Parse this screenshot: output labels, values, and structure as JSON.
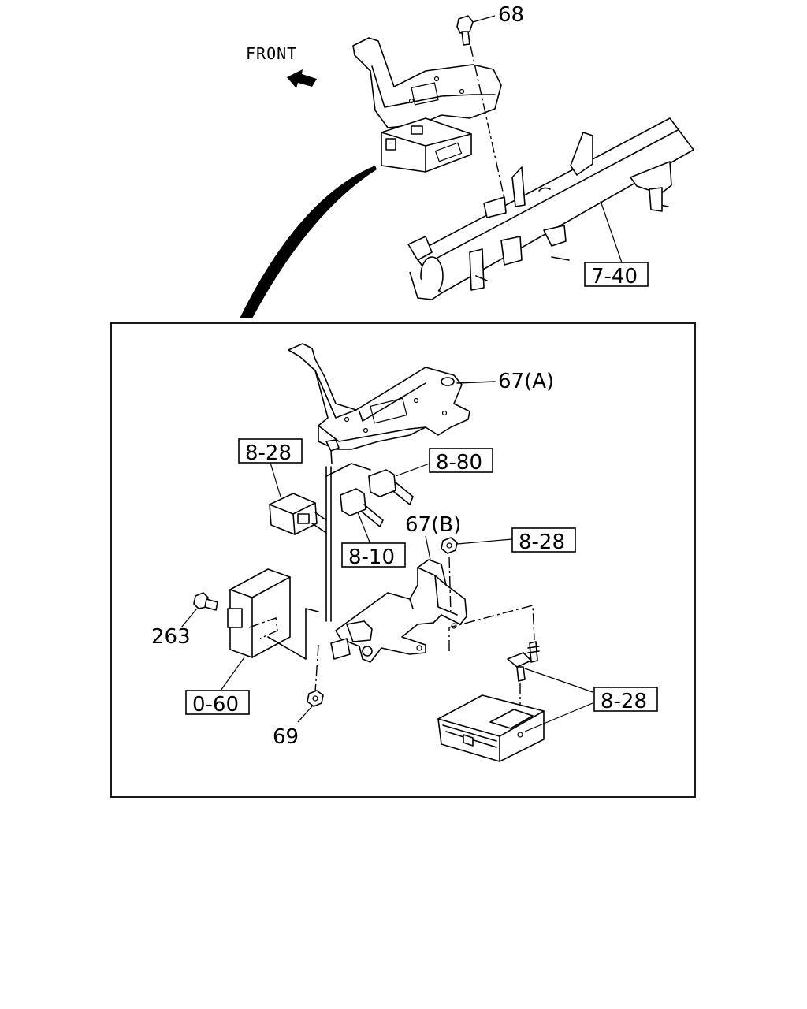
{
  "front_label": "FRONT",
  "callouts": {
    "c68": "68",
    "c7_40": "7-40",
    "c67a": "67(A)",
    "c8_28_left": "8-28",
    "c8_80": "8-80",
    "c67b": "67(B)",
    "c8_28_nut": "8-28",
    "c8_10": "8-10",
    "c263": "263",
    "c0_60": "0-60",
    "c69": "69",
    "c8_28_ecu": "8-28"
  }
}
